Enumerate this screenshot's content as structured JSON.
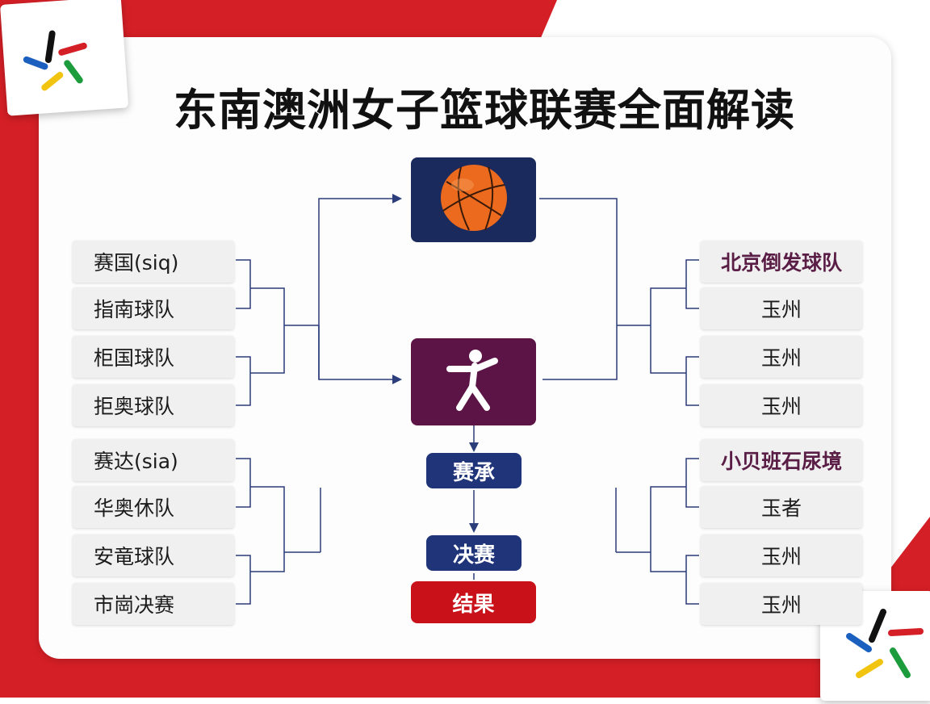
{
  "title": "东南澳洲女子篮球联赛全面解读",
  "left_top_group": [
    "赛国(siq)",
    "指南球队",
    "柜国球队",
    "拒奥球队"
  ],
  "left_bottom_group": [
    "赛达(sia)",
    "华奥休队",
    "安竜球队",
    "市崗决赛"
  ],
  "right_top_group": [
    "北京倒发球队",
    "玉州",
    "玉州",
    "玉州"
  ],
  "right_bottom_group": [
    "小贝班石尿境",
    "玉者",
    "玉州",
    "玉州"
  ],
  "center": {
    "stage1": "赛承",
    "stage2": "决赛",
    "result": "结果"
  },
  "icons": {
    "top_center": "basketball-icon",
    "middle_center": "athlete-figure-icon",
    "logo": "multicolor-burst-logo"
  },
  "colors": {
    "background_red": "#d51f26",
    "navy": "#1b2a5c",
    "purple": "#5c1446",
    "pill_blue": "#1f3479",
    "result_red": "#c9111a",
    "ball_orange": "#ec6a1e",
    "line_blue": "#2b3d7a"
  }
}
